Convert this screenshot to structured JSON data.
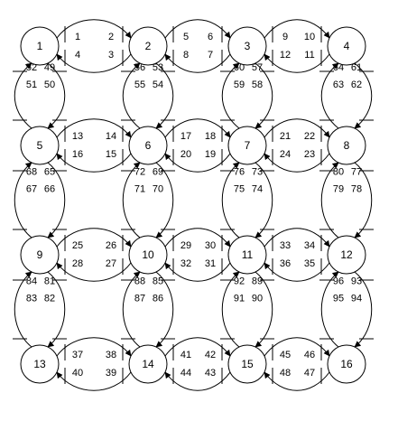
{
  "diagram": {
    "nodes": [
      {
        "id": 1,
        "label": "1"
      },
      {
        "id": 2,
        "label": "2"
      },
      {
        "id": 3,
        "label": "3"
      },
      {
        "id": 4,
        "label": "4"
      },
      {
        "id": 5,
        "label": "5"
      },
      {
        "id": 6,
        "label": "6"
      },
      {
        "id": 7,
        "label": "7"
      },
      {
        "id": 8,
        "label": "8"
      },
      {
        "id": 9,
        "label": "9"
      },
      {
        "id": 10,
        "label": "10"
      },
      {
        "id": 11,
        "label": "11"
      },
      {
        "id": 12,
        "label": "12"
      },
      {
        "id": 13,
        "label": "13"
      },
      {
        "id": 14,
        "label": "14"
      },
      {
        "id": 15,
        "label": "15"
      },
      {
        "id": 16,
        "label": "16"
      }
    ],
    "horizontal_links": [
      {
        "from": 1,
        "to": 2,
        "labels": [
          "1",
          "2",
          "4",
          "3"
        ]
      },
      {
        "from": 2,
        "to": 3,
        "labels": [
          "5",
          "6",
          "8",
          "7"
        ]
      },
      {
        "from": 3,
        "to": 4,
        "labels": [
          "9",
          "10",
          "12",
          "11"
        ]
      },
      {
        "from": 5,
        "to": 6,
        "labels": [
          "13",
          "14",
          "16",
          "15"
        ]
      },
      {
        "from": 6,
        "to": 7,
        "labels": [
          "17",
          "18",
          "20",
          "19"
        ]
      },
      {
        "from": 7,
        "to": 8,
        "labels": [
          "21",
          "22",
          "24",
          "23"
        ]
      },
      {
        "from": 9,
        "to": 10,
        "labels": [
          "25",
          "26",
          "28",
          "27"
        ]
      },
      {
        "from": 10,
        "to": 11,
        "labels": [
          "29",
          "30",
          "32",
          "31"
        ]
      },
      {
        "from": 11,
        "to": 12,
        "labels": [
          "33",
          "34",
          "36",
          "35"
        ]
      },
      {
        "from": 13,
        "to": 14,
        "labels": [
          "37",
          "38",
          "40",
          "39"
        ]
      },
      {
        "from": 14,
        "to": 15,
        "labels": [
          "41",
          "42",
          "44",
          "43"
        ]
      },
      {
        "from": 15,
        "to": 16,
        "labels": [
          "45",
          "46",
          "48",
          "47"
        ]
      }
    ],
    "vertical_links": [
      {
        "from": 1,
        "to": 5,
        "labels": [
          "52",
          "49",
          "51",
          "50"
        ]
      },
      {
        "from": 2,
        "to": 6,
        "labels": [
          "56",
          "53",
          "55",
          "54"
        ]
      },
      {
        "from": 3,
        "to": 7,
        "labels": [
          "60",
          "57",
          "59",
          "58"
        ]
      },
      {
        "from": 4,
        "to": 8,
        "labels": [
          "64",
          "61",
          "63",
          "62"
        ]
      },
      {
        "from": 5,
        "to": 9,
        "labels": [
          "68",
          "65",
          "67",
          "66"
        ]
      },
      {
        "from": 6,
        "to": 10,
        "labels": [
          "72",
          "69",
          "71",
          "70"
        ]
      },
      {
        "from": 7,
        "to": 11,
        "labels": [
          "76",
          "73",
          "75",
          "74"
        ]
      },
      {
        "from": 8,
        "to": 12,
        "labels": [
          "80",
          "77",
          "79",
          "78"
        ]
      },
      {
        "from": 9,
        "to": 13,
        "labels": [
          "84",
          "81",
          "83",
          "82"
        ]
      },
      {
        "from": 10,
        "to": 14,
        "labels": [
          "88",
          "85",
          "87",
          "86"
        ]
      },
      {
        "from": 11,
        "to": 15,
        "labels": [
          "92",
          "89",
          "91",
          "90"
        ]
      },
      {
        "from": 12,
        "to": 16,
        "labels": [
          "96",
          "93",
          "95",
          "94"
        ]
      }
    ]
  }
}
